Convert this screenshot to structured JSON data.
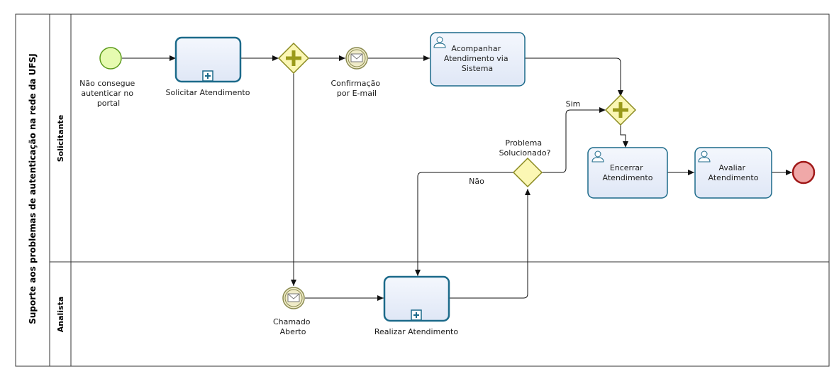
{
  "pool": {
    "title": "Suporte aos problemas de autenticação na rede da UFSJ"
  },
  "lanes": {
    "solicitante": "Solicitante",
    "analista": "Analista"
  },
  "start_event": {
    "label": [
      "Não consegue",
      "autenticar no",
      "portal"
    ]
  },
  "subprocess_solicitar": {
    "label": [
      "Solicitar Atendimento"
    ]
  },
  "message_confirmacao": {
    "label": [
      "Confirmação",
      "por E-mail"
    ]
  },
  "task_acompanhar": {
    "label": [
      "Acompanhar",
      "Atendimento via",
      "Sistema"
    ]
  },
  "gateway_problema": {
    "label": [
      "Problema",
      "Solucionado?"
    ]
  },
  "flow_sim": {
    "label": "Sim"
  },
  "flow_nao": {
    "label": "Não"
  },
  "task_encerrar": {
    "label": [
      "Encerrar",
      "Atendimento"
    ]
  },
  "task_avaliar": {
    "label": [
      "Avaliar",
      "Atendimento"
    ]
  },
  "message_chamado": {
    "label": [
      "Chamado",
      "Aberto"
    ]
  },
  "subprocess_realizar": {
    "label": [
      "Realizar Atendimento"
    ]
  },
  "colors": {
    "task_fill": "#e8eefa",
    "task_stroke": "#1c6a8a",
    "gateway_fill": "#fbf7b4",
    "gateway_stroke": "#8a8a20",
    "gateway_marker": "#9a9a1a",
    "start_fill": "#e6fbb0",
    "start_stroke": "#5a9a1a",
    "end_fill": "#f0a8a8",
    "end_stroke": "#a01818",
    "message_fill": "#efebc8",
    "message_stroke": "#8a8a50"
  },
  "icons": {
    "task": "user-icon",
    "subprocess": "collapsed-subprocess-plus-icon",
    "gateway": "parallel-plus-icon",
    "message": "envelope-icon"
  }
}
